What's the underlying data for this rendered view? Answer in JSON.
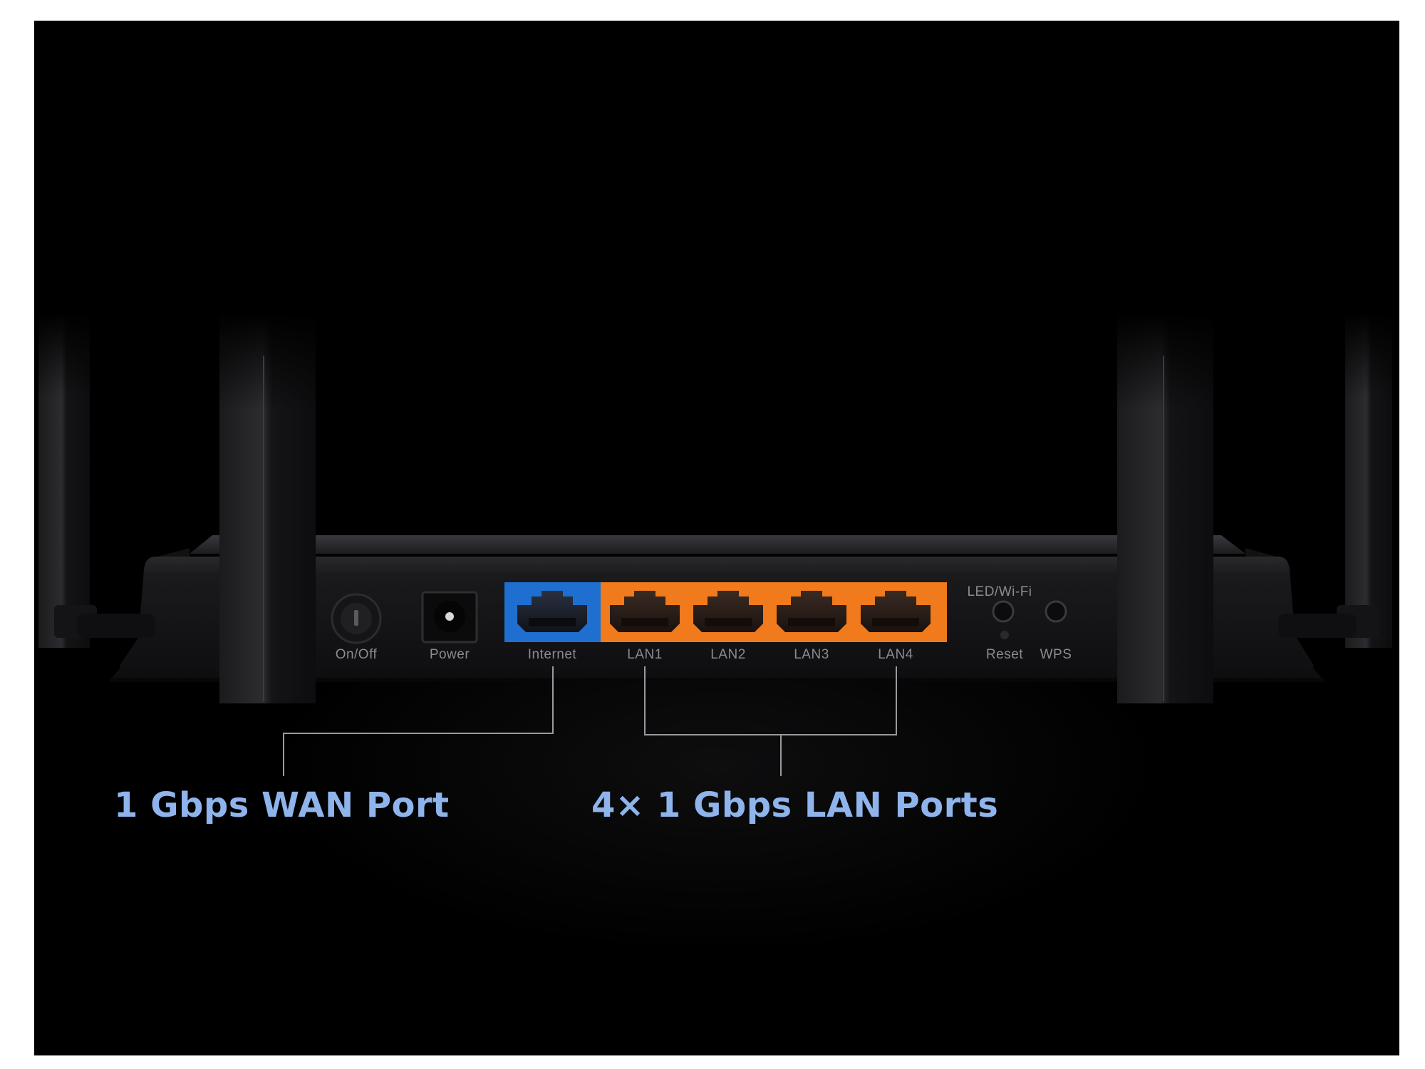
{
  "router_panel": {
    "labels": {
      "onoff": "On/Off",
      "power": "Power",
      "internet": "Internet",
      "lan1": "LAN1",
      "lan2": "LAN2",
      "lan3": "LAN3",
      "lan4": "LAN4",
      "led_wifi": "LED/Wi-Fi",
      "reset": "Reset",
      "wps": "WPS"
    }
  },
  "callouts": {
    "wan": "1 Gbps WAN Port",
    "lan": "4× 1 Gbps LAN Ports"
  },
  "colors": {
    "wan_port": "#1f6fd0",
    "lan_ports": "#f07a1c",
    "callout_text": "#8fb4ec"
  }
}
